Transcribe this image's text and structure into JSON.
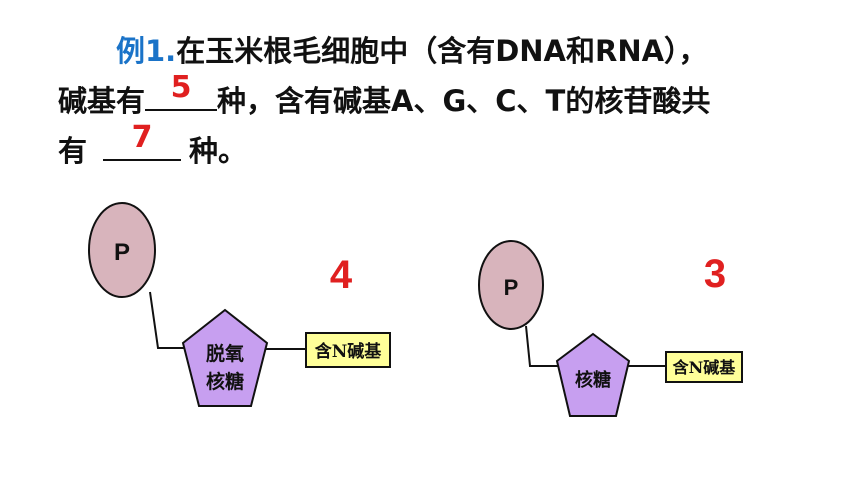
{
  "question": {
    "label": "例1.",
    "line1_text": "在玉米根毛细胞中（含有DNA和RNA），",
    "line2_pre": "碱基有",
    "blank1_answer": "5",
    "line2_post": "种，含有碱基A、G、C、T的核苷酸共",
    "line3_pre": "有",
    "blank2_answer": "7",
    "line3_post": "种。"
  },
  "diagram_left": {
    "phosphate": "P",
    "sugar_line1": "脱氧",
    "sugar_line2": "核糖",
    "base": "含N碱基",
    "count": "4"
  },
  "diagram_right": {
    "phosphate": "P",
    "sugar": "核糖",
    "base": "含N碱基",
    "count": "3"
  },
  "colors": {
    "phosphate_fill": "#d8b4bc",
    "sugar_fill": "#c79ff0",
    "base_fill": "#ffff99",
    "answer_red": "#e02020",
    "label_blue": "#1a73c8"
  }
}
